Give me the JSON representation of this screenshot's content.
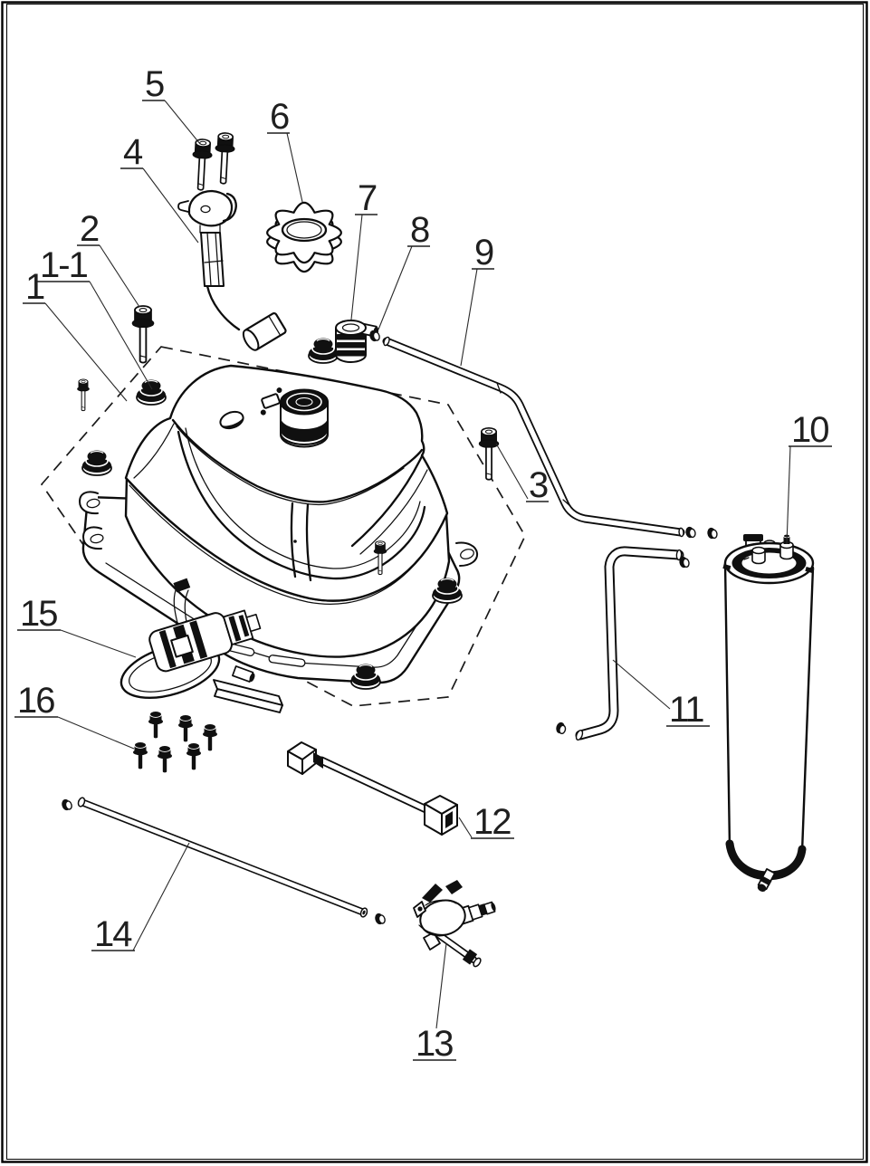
{
  "colors": {
    "ink": "#0d0d0d",
    "paper": "#ffffff",
    "label_ink": "#1f1f1f"
  },
  "callouts": [
    {
      "label": "1",
      "part": "fuel-tank-assembly",
      "text": [
        28,
        330
      ],
      "underline": [
        25,
        50,
        335
      ],
      "leader": [
        [
          50,
          335
        ],
        [
          140,
          443
        ]
      ]
    },
    {
      "label": "1-1",
      "part": "rubber-mount-grommet",
      "text": [
        44,
        306
      ],
      "underline": [
        41,
        99,
        311
      ],
      "leader": [
        [
          99,
          311
        ],
        [
          168,
          430
        ]
      ]
    },
    {
      "label": "2",
      "part": "tank-mount-bolt",
      "text": [
        88,
        266
      ],
      "underline": [
        85,
        110,
        271
      ],
      "leader": [
        [
          110,
          271
        ],
        [
          154,
          339
        ]
      ]
    },
    {
      "label": "3",
      "part": "tank-mount-bolt",
      "text": [
        584,
        549
      ],
      "underline": [
        581,
        606,
        554
      ],
      "leader": [
        [
          583,
          551
        ],
        [
          548,
          490
        ]
      ]
    },
    {
      "label": "4",
      "part": "fuel-level-sender",
      "text": [
        136,
        181
      ],
      "underline": [
        133,
        158,
        186
      ],
      "leader": [
        [
          158,
          186
        ],
        [
          219,
          268
        ]
      ]
    },
    {
      "label": "5",
      "part": "sender-bolts",
      "text": [
        160,
        106
      ],
      "underline": [
        157,
        182,
        111
      ],
      "leader": [
        [
          182,
          111
        ],
        [
          221,
          159
        ]
      ]
    },
    {
      "label": "6",
      "part": "fuel-filler-cap",
      "text": [
        298,
        142
      ],
      "underline": [
        295,
        320,
        147
      ],
      "leader": [
        [
          317,
          147
        ],
        [
          334,
          223
        ]
      ]
    },
    {
      "label": "7",
      "part": "fuel-outlet-joint",
      "text": [
        395,
        232
      ],
      "underline": [
        392,
        417,
        237
      ],
      "leader": [
        [
          400,
          237
        ],
        [
          388,
          353
        ]
      ]
    },
    {
      "label": "8",
      "part": "hose-clip",
      "text": [
        453,
        267
      ],
      "underline": [
        450,
        475,
        272
      ],
      "leader": [
        [
          455,
          272
        ],
        [
          418,
          364
        ]
      ]
    },
    {
      "label": "9",
      "part": "fuel-pipe",
      "text": [
        524,
        292
      ],
      "underline": [
        521,
        546,
        297
      ],
      "leader": [
        [
          527,
          297
        ],
        [
          509,
          404
        ]
      ]
    },
    {
      "label": "10",
      "part": "canister",
      "text": [
        874,
        488
      ],
      "underline": [
        871,
        919,
        493
      ],
      "leader": [
        [
          873,
          493
        ],
        [
          869,
          601
        ]
      ]
    },
    {
      "label": "11",
      "part": "bent-hose",
      "text": [
        739,
        797
      ],
      "underline": [
        736,
        784,
        802
      ],
      "leader": [
        [
          740,
          783
        ],
        [
          677,
          729
        ]
      ]
    },
    {
      "label": "12",
      "part": "fuel-hose",
      "text": [
        523,
        921
      ],
      "underline": [
        520,
        568,
        926
      ],
      "leader": [
        [
          521,
          925
        ],
        [
          507,
          903
        ]
      ]
    },
    {
      "label": "13",
      "part": "fuel-valve-petcock",
      "text": [
        459,
        1166
      ],
      "underline": [
        456,
        504,
        1171
      ],
      "leader": [
        [
          482,
          1136
        ],
        [
          493,
          1042
        ]
      ]
    },
    {
      "label": "14",
      "part": "fuel-tube",
      "text": [
        104,
        1045
      ],
      "underline": [
        101,
        149,
        1050
      ],
      "leader": [
        [
          147,
          1050
        ],
        [
          209,
          931
        ]
      ]
    },
    {
      "label": "15",
      "part": "fuel-pump",
      "text": [
        22,
        691
      ],
      "underline": [
        19,
        67,
        696
      ],
      "leader": [
        [
          67,
          696
        ],
        [
          150,
          726
        ]
      ]
    },
    {
      "label": "16",
      "part": "pump-screws",
      "text": [
        19,
        787
      ],
      "underline": [
        16,
        64,
        792
      ],
      "leader": [
        [
          64,
          792
        ],
        [
          148,
          827
        ]
      ]
    }
  ]
}
